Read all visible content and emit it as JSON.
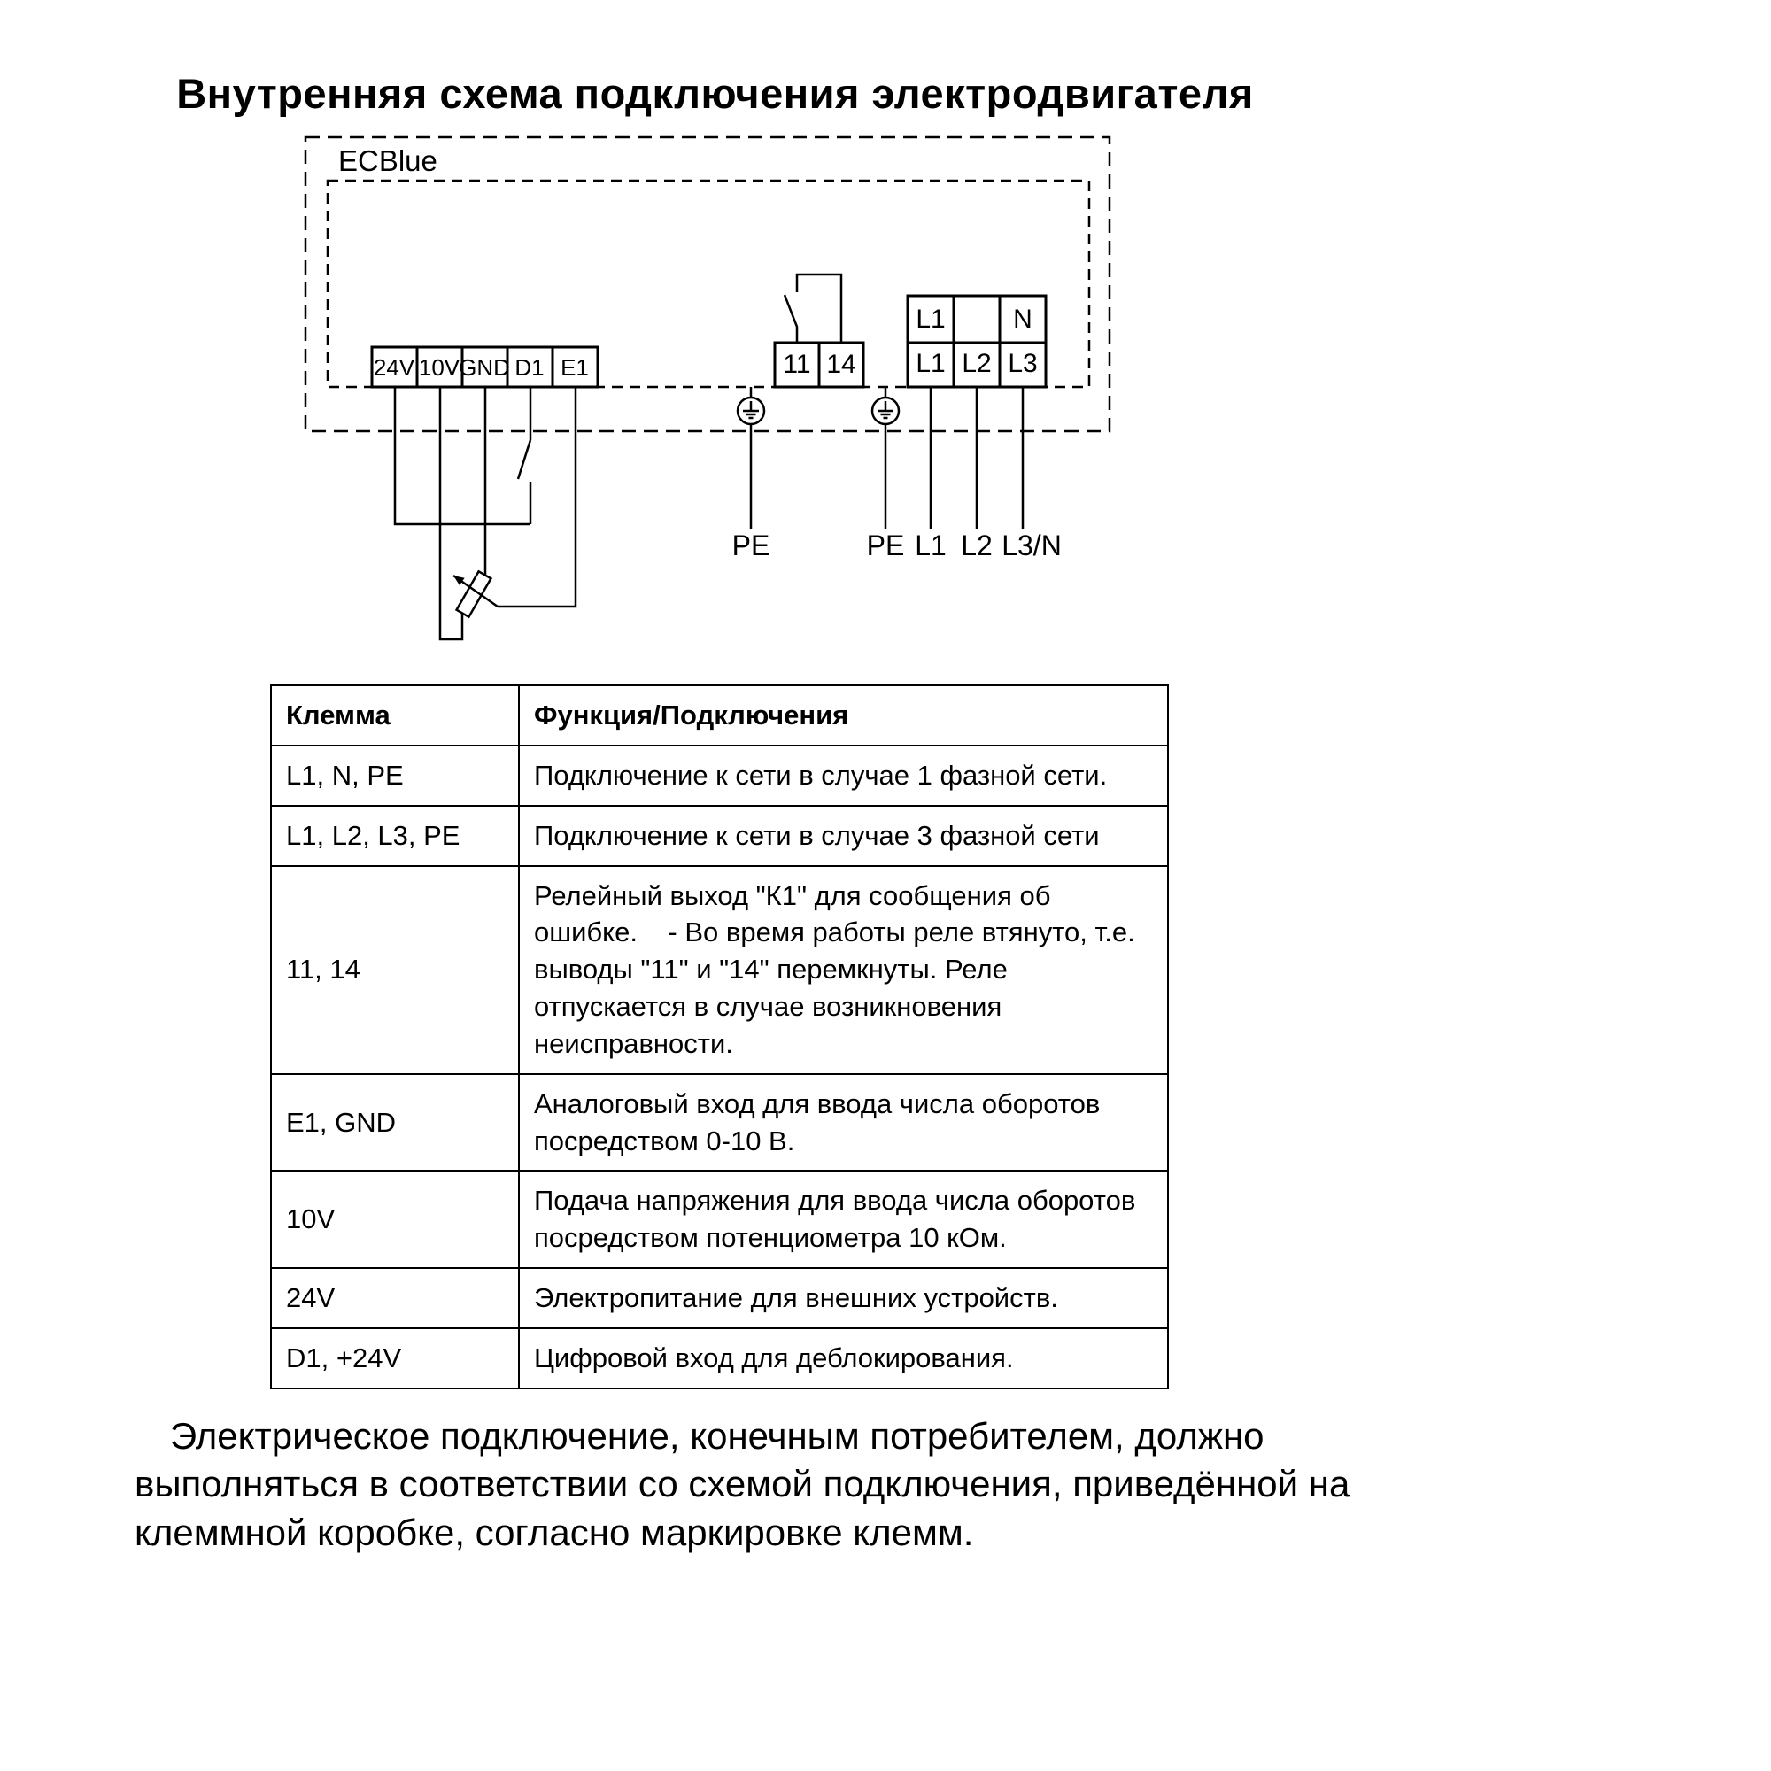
{
  "page": {
    "title": "Внутренняя схема подключения электродвигателя",
    "footer": "Электрическое подключение, конечным потребителем, должно выполняться в соответствии со схемой подключения, приведённой на клеммной коробке, согласно маркировке клемм."
  },
  "diagram": {
    "label": "ECBlue",
    "control_terminals": [
      "24V",
      "10V",
      "GND",
      "D1",
      "E1"
    ],
    "relay_terminals": [
      "11",
      "14"
    ],
    "power_terminals_top": [
      "L1",
      "",
      "N"
    ],
    "power_terminals_bottom": [
      "L1",
      "L2",
      "L3"
    ],
    "ground_labels": [
      "PE",
      "PE"
    ],
    "phase_labels": [
      "L1",
      "L2",
      "L3/N"
    ]
  },
  "table": {
    "headers": [
      "Клемма",
      "Функция/Подключения"
    ],
    "rows": [
      {
        "terminal": "L1, N, PE",
        "function": "Подключение к сети в случае 1 фазной сети."
      },
      {
        "terminal": "L1, L2, L3, PE",
        "function": "Подключение к сети в случае 3 фазной сети"
      },
      {
        "terminal": "11, 14",
        "function": "Релейный выход \"К1\" для сообщения об ошибке.    - Во время работы реле втянуто, т.е. выводы \"11\" и \"14\" перемкнуты. Реле отпускается в случае возникновения неисправности."
      },
      {
        "terminal": "E1, GND",
        "function": "Аналоговый вход для ввода числа оборотов посредством 0-10 В."
      },
      {
        "terminal": "10V",
        "function": "Подача напряжения для ввода числа оборотов посредством потенциометра 10 кОм."
      },
      {
        "terminal": "24V",
        "function": "Электропитание для внешних устройств."
      },
      {
        "terminal": "D1, +24V",
        "function": "Цифровой вход для деблокирования."
      }
    ]
  }
}
